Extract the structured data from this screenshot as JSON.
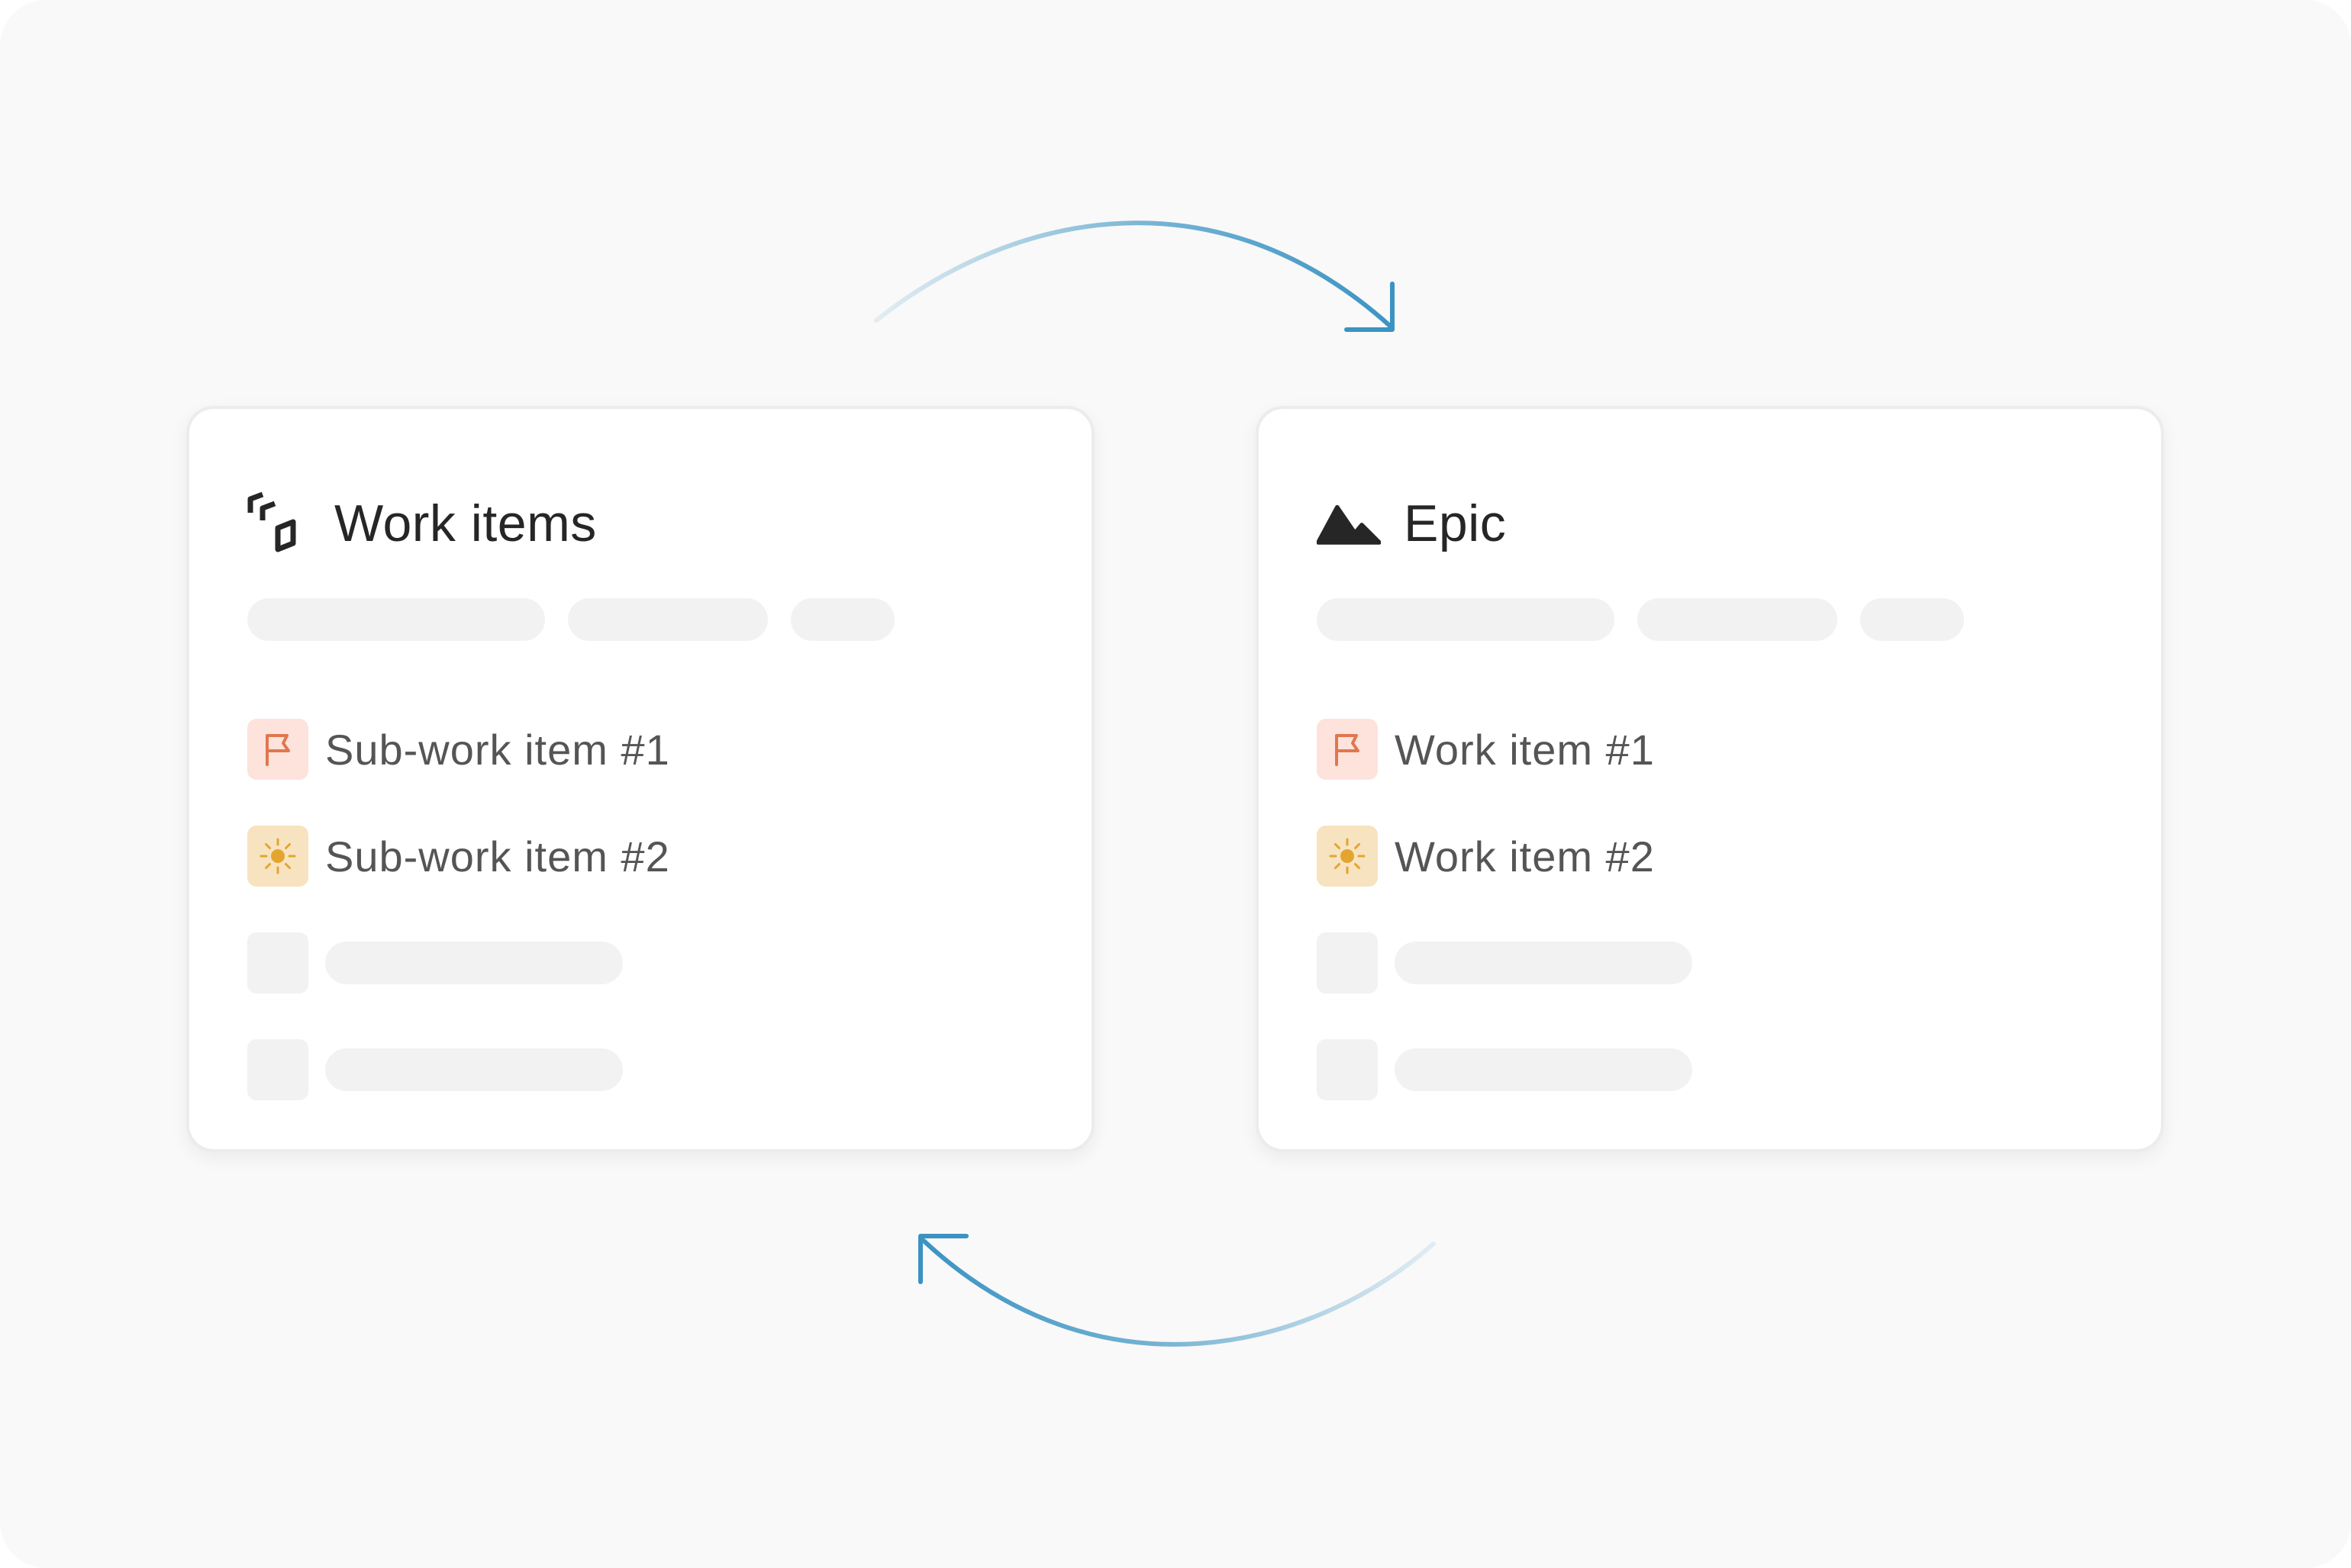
{
  "cards": [
    {
      "title": "Work items",
      "title_icon": "work-items-stack-icon",
      "items": [
        {
          "label": "Sub-work item #1",
          "icon": "flag-icon"
        },
        {
          "label": "Sub-work item #2",
          "icon": "sun-icon"
        }
      ]
    },
    {
      "title": "Epic",
      "title_icon": "epic-mountain-icon",
      "items": [
        {
          "label": "Work item #1",
          "icon": "flag-icon"
        },
        {
          "label": "Work item #2",
          "icon": "sun-icon"
        }
      ]
    }
  ],
  "colors": {
    "background": "#f9f9f9",
    "card": "#ffffff",
    "placeholder": "#f2f2f2",
    "arrow": "#3a93c3",
    "flag_badge": "#fde3dc",
    "flag_icon": "#e0774f",
    "sun_badge": "#f7e3bf",
    "sun_icon": "#e3a530",
    "title_text": "#262626",
    "item_text": "#555555"
  }
}
